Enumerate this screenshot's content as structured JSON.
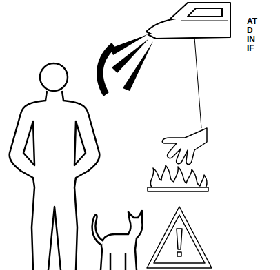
{
  "diagram": {
    "labels": [
      "AT",
      "D",
      "IN",
      "IF"
    ]
  }
}
